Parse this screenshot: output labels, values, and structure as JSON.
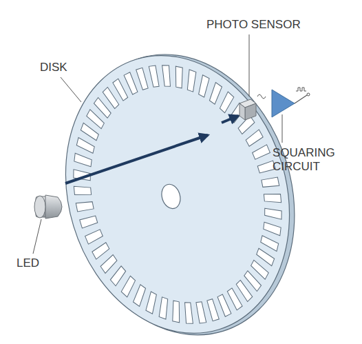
{
  "diagram": {
    "labels": [
      "PHOTO SENSOR",
      "DISK",
      "SQUARING CIRCUIT",
      "LED"
    ]
  }
}
